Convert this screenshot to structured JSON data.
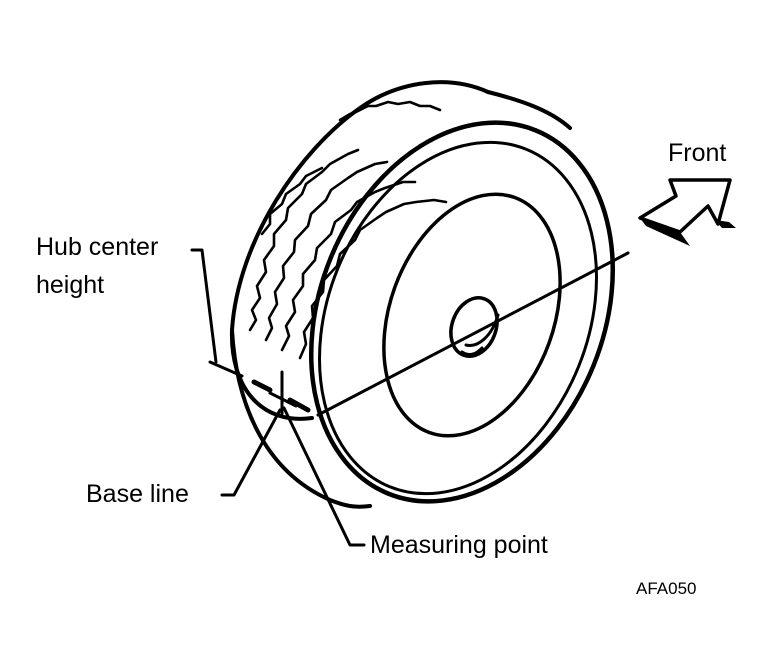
{
  "labels": {
    "front": "Front",
    "hub_center_height_line1": "Hub center",
    "hub_center_height_line2": "height",
    "base_line": "Base line",
    "measuring_point": "Measuring point",
    "figure_code": "AFA050"
  },
  "colors": {
    "ink": "#000000",
    "background": "#ffffff"
  },
  "icons": {
    "front_arrow": "block-arrow-icon"
  }
}
